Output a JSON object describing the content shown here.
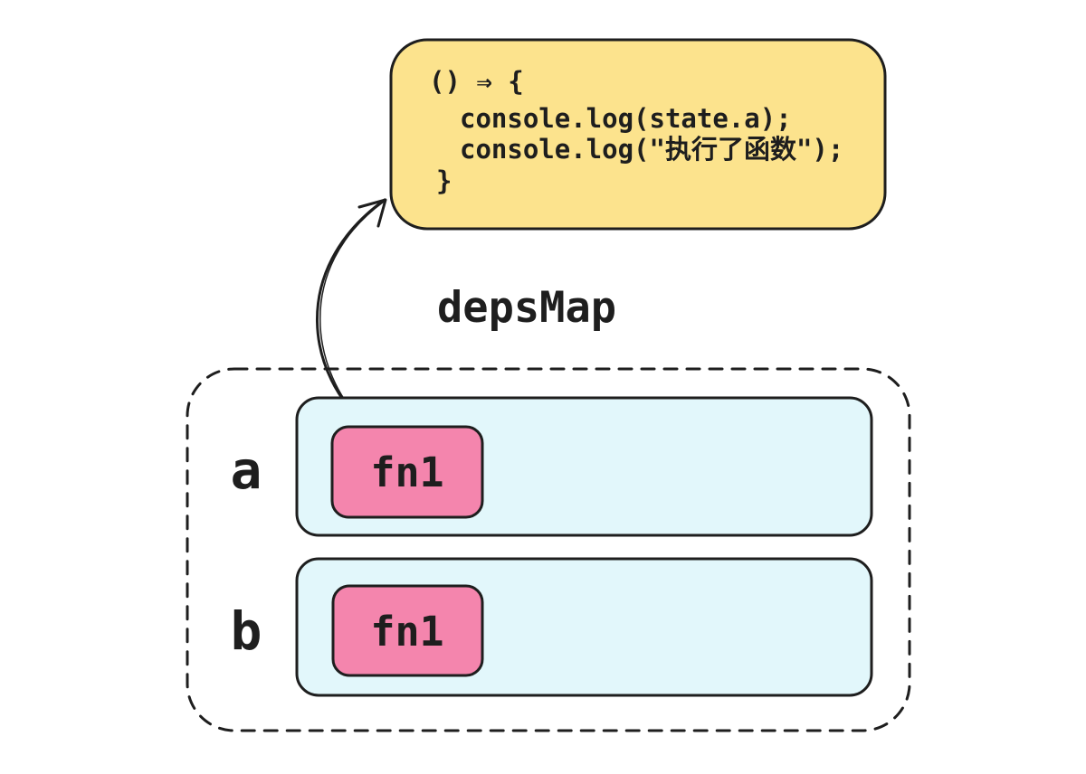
{
  "code_block": {
    "lines": [
      "() ⇒ {",
      "console.log(state.a);",
      "console.log(\"执行了函数\");",
      "}"
    ]
  },
  "map_label": "depsMap",
  "rows": [
    {
      "key": "a",
      "fn": "fn1"
    },
    {
      "key": "b",
      "fn": "fn1"
    }
  ],
  "colors": {
    "code_box_fill": "#fce38d",
    "row_fill": "#e2f7fb",
    "fn_fill": "#f485ad",
    "stroke": "#1e1e1e",
    "map_fill": "none"
  }
}
